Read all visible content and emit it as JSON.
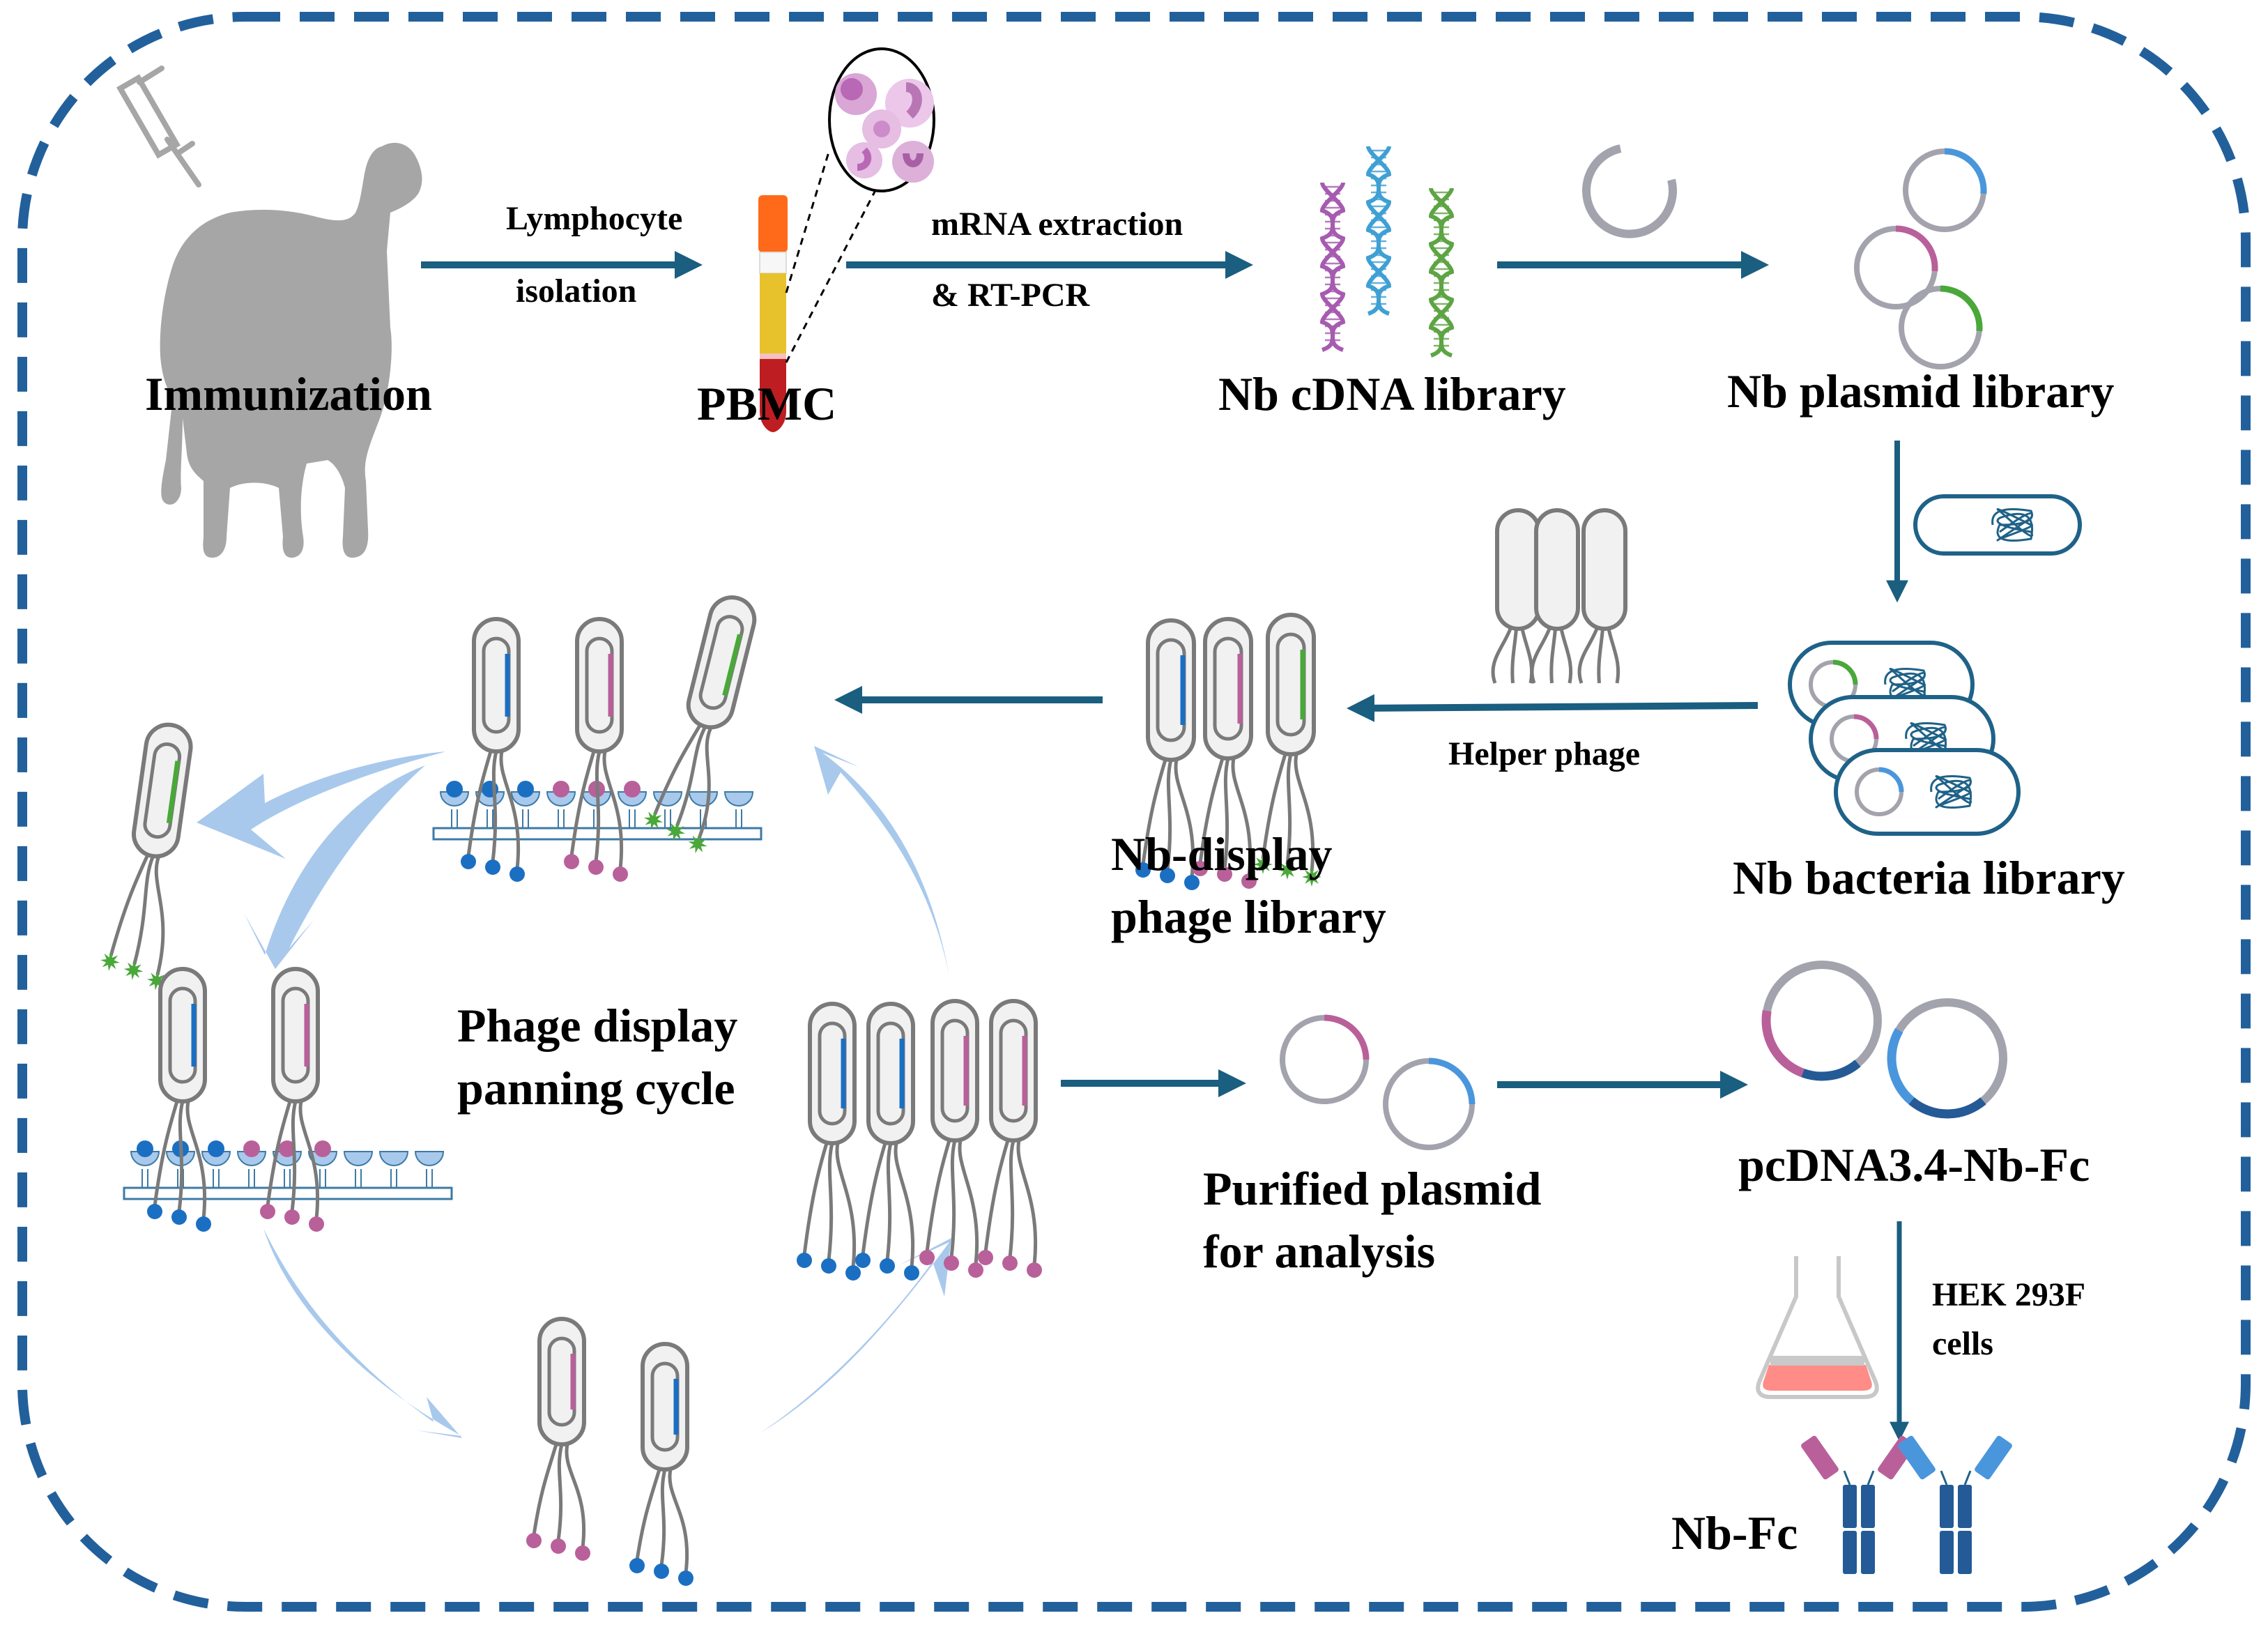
{
  "figure": {
    "title": "Nanobody phage display and Nb-Fc production workflow",
    "border_color": "#22609b",
    "arrow_color": "#1a5e80",
    "cycle_arrow_color": "#a8c9ec"
  },
  "steps": {
    "immunization": "Immunization",
    "lymphocyte_line1": "Lymphocyte",
    "lymphocyte_line2": "isolation",
    "pbmc": "PBMC",
    "mrna_line1": "mRNA extraction",
    "mrna_line2": "&  RT-PCR",
    "cdna_library": "Nb cDNA library",
    "plasmid_library": "Nb plasmid library",
    "bacteria_library": "Nb bacteria library",
    "helper_phage": "Helper phage",
    "display_library_line1": "Nb-display",
    "display_library_line2": "phage library",
    "panning_line1": "Phage display",
    "panning_line2": "panning cycle",
    "purified_line1": "Purified plasmid",
    "purified_line2": "for analysis",
    "expression_vector": "pcDNA3.4-Nb-Fc",
    "hek_line1": "HEK 293F",
    "hek_line2": "cells",
    "product": "Nb-Fc"
  },
  "colors": {
    "magenta": "#b9609a",
    "blue": "#1b6fc2",
    "light_blue": "#4a96dc",
    "green": "#4aa83a",
    "dark_blue": "#245a96",
    "plasmid_gray": "#a3a3ad",
    "phage_gray": "#7a7a7a",
    "alpaca_gray": "#a6a6a6",
    "medium_pink": "#ff8c86",
    "tube_red": "#be1e22",
    "tube_yellow": "#e8c22c",
    "cap_orange": "#ff6a1a"
  }
}
